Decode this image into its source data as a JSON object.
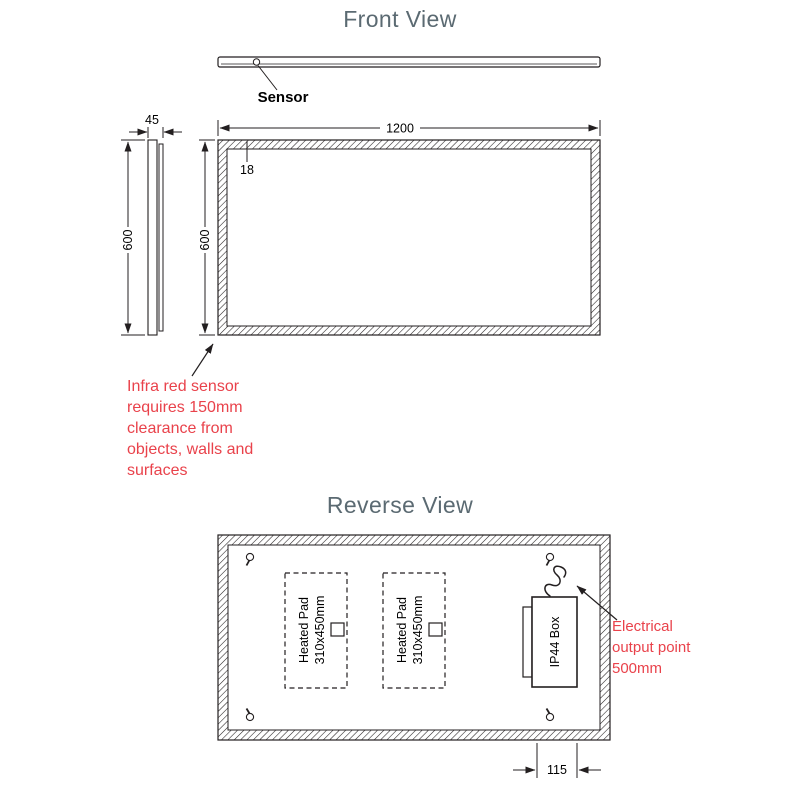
{
  "colors": {
    "red": "#e9424b",
    "title_gray": "#5b6a72",
    "line": "#231f20"
  },
  "front": {
    "title": "Front View",
    "sensor_label": "Sensor",
    "width_dim": "1200",
    "height_dim": "600",
    "frame_dim": "18",
    "side": {
      "depth_dim": "45",
      "height_dim": "600"
    },
    "note_lines": [
      "Infra red sensor",
      "requires 150mm",
      "clearance from",
      "objects, walls and",
      "surfaces"
    ]
  },
  "reverse": {
    "title": "Reverse View",
    "pads": [
      {
        "name": "Heated Pad",
        "size": "310x450mm"
      },
      {
        "name": "Heated Pad",
        "size": "310x450mm"
      }
    ],
    "ip44_label": "IP44 Box",
    "offset_dim": "115",
    "note_lines": [
      "Electrical",
      "output point",
      "500mm"
    ]
  }
}
